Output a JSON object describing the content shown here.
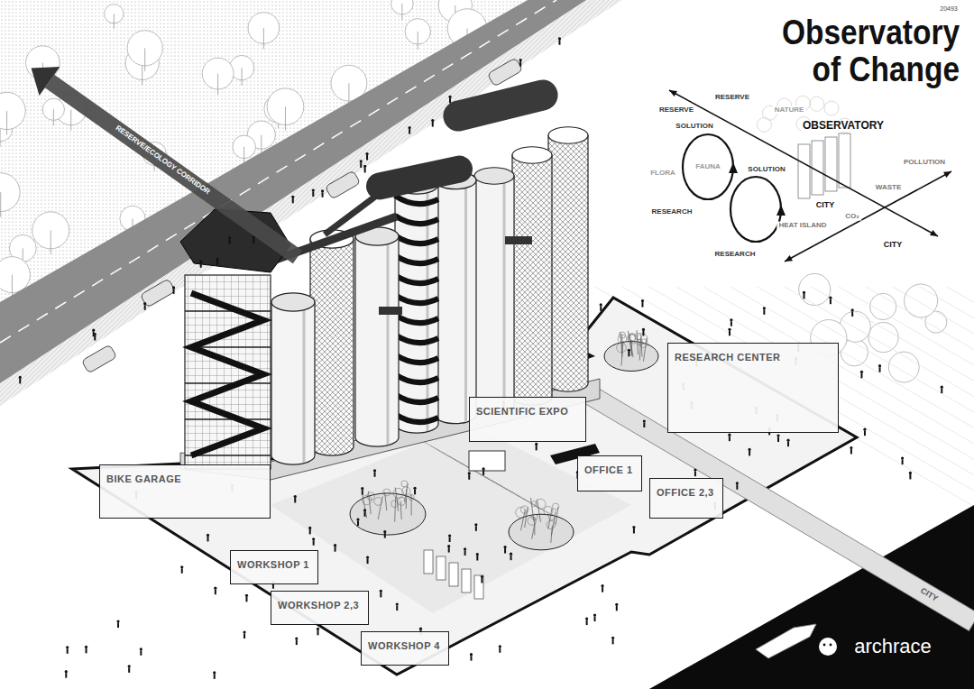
{
  "diagram": {
    "title": "Observatory of Change",
    "nodes": [
      {
        "text": [
          "RESEARCH CENTER"
        ]
      },
      {
        "text": [
          "SCIENTIFIC EXPO"
        ]
      },
      {
        "text": [
          "OFFICE 1"
        ]
      },
      {
        "text": [
          "OFFICE 2,3"
        ]
      },
      {
        "text": [
          "BIKE GARAGE"
        ]
      },
      {
        "text": [
          "WORKSHOP 1"
        ]
      },
      {
        "text": [
          "WORKSHOP 2,3"
        ]
      },
      {
        "text": [
          "WORKSHOP 4"
        ]
      }
    ],
    "labels": [
      "20493",
      "RESERVE/ECOLOGY CORRIDOR",
      "RESERVE",
      "RESERVE",
      "NATURE",
      "OBSERVATORY",
      "SOLUTION",
      "SOLUTION",
      "FLORA",
      "FAUNA",
      "RESEARCH",
      "RESEARCH",
      "CITY",
      "WASTE",
      "POLLUTION",
      "HEAT ISLAND",
      "CO₂",
      "CITY",
      "CITY",
      "archrace"
    ]
  }
}
